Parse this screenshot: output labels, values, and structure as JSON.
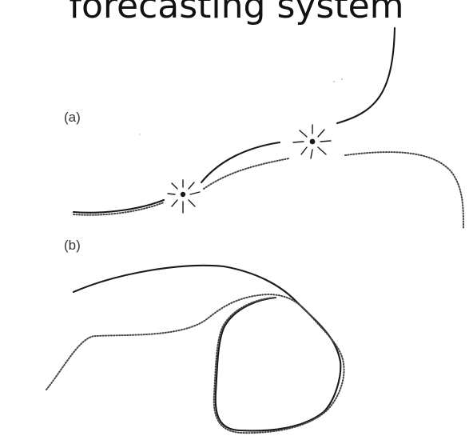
{
  "header": {
    "title": "forecasting system"
  },
  "panels": [
    {
      "id": "a",
      "label": "(a)"
    },
    {
      "id": "b",
      "label": "(b)"
    }
  ]
}
